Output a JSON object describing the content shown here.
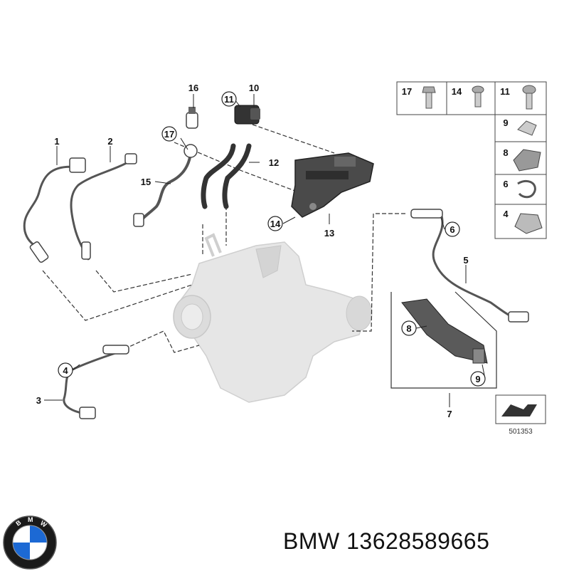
{
  "callouts": {
    "c1": "1",
    "c2": "2",
    "c3": "3",
    "c4": "4",
    "c5": "5",
    "c6": "6",
    "c7": "7",
    "c8": "8",
    "c9": "9",
    "c10": "10",
    "c11": "11",
    "c12": "12",
    "c13": "13",
    "c14": "14",
    "c15": "15",
    "c16": "16",
    "c17": "17"
  },
  "hardware_panel": {
    "top_items": [
      "17",
      "14",
      "11"
    ],
    "side_items": [
      "9",
      "8",
      "6",
      "4"
    ]
  },
  "diagram_number": "501353",
  "logo": {
    "text": "BMW"
  },
  "footer": {
    "brand": "BMW",
    "part_number": "13628589665"
  },
  "colors": {
    "ink": "#222222",
    "filter_gray": "#e3e3e3",
    "bmw_blue": "#1c69d4",
    "black": "#111111"
  }
}
